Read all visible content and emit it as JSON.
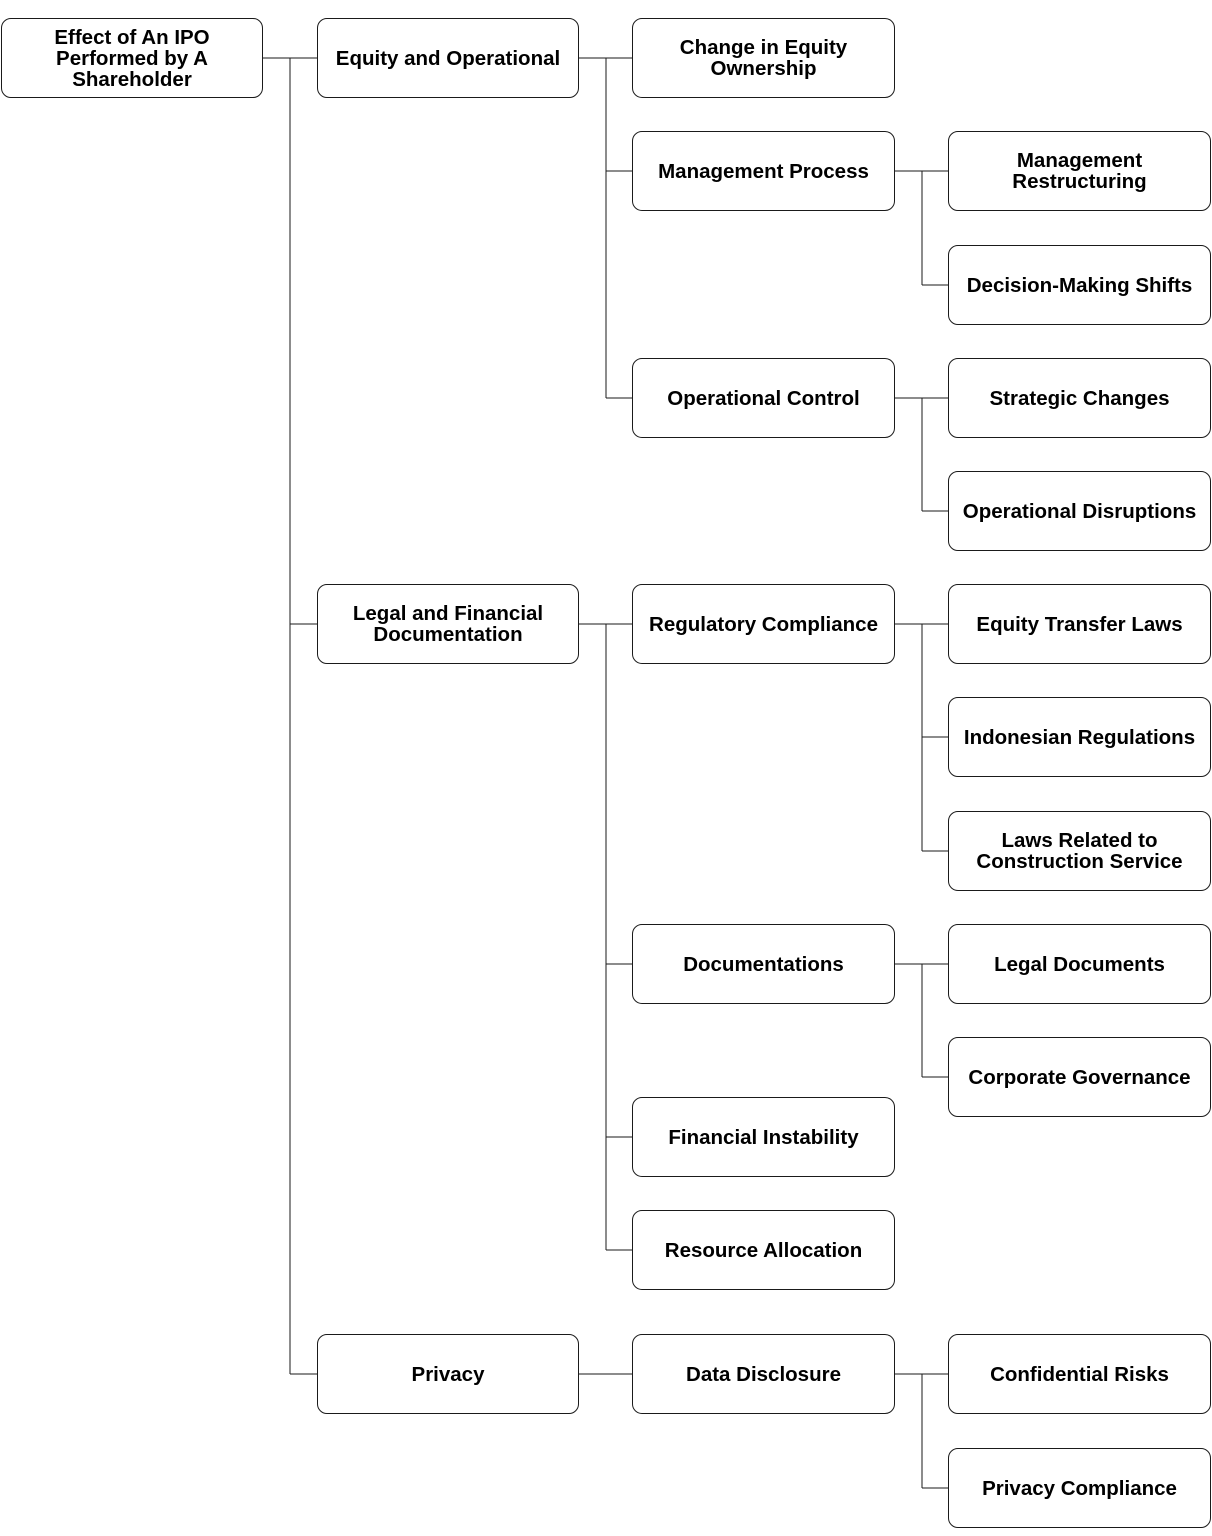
{
  "nodes": {
    "root": "Effect of An IPO\nPerformed by A\nShareholder",
    "equity_operational": "Equity and Operational",
    "legal_financial": "Legal and Financial\nDocumentation",
    "privacy": "Privacy",
    "change_equity": "Change in Equity\nOwnership",
    "management_process": "Management Process",
    "operational_control": "Operational Control",
    "regulatory_compliance": "Regulatory Compliance",
    "documentations": "Documentations",
    "financial_instability": "Financial Instability",
    "resource_allocation": "Resource Allocation",
    "data_disclosure": "Data Disclosure",
    "management_restructuring": "Management\nRestructuring",
    "decision_making": "Decision-Making Shifts",
    "strategic_changes": "Strategic Changes",
    "operational_disruptions": "Operational Disruptions",
    "equity_transfer_laws": "Equity Transfer Laws",
    "indonesian_regulations": "Indonesian Regulations",
    "construction_laws": "Laws Related to\nConstruction Service",
    "legal_documents": "Legal Documents",
    "corporate_governance": "Corporate Governance",
    "confidential_risks": "Confidential Risks",
    "privacy_compliance": "Privacy Compliance"
  },
  "colors": {
    "border": "#1a1a1a",
    "background": "#ffffff",
    "text": "#000000"
  }
}
